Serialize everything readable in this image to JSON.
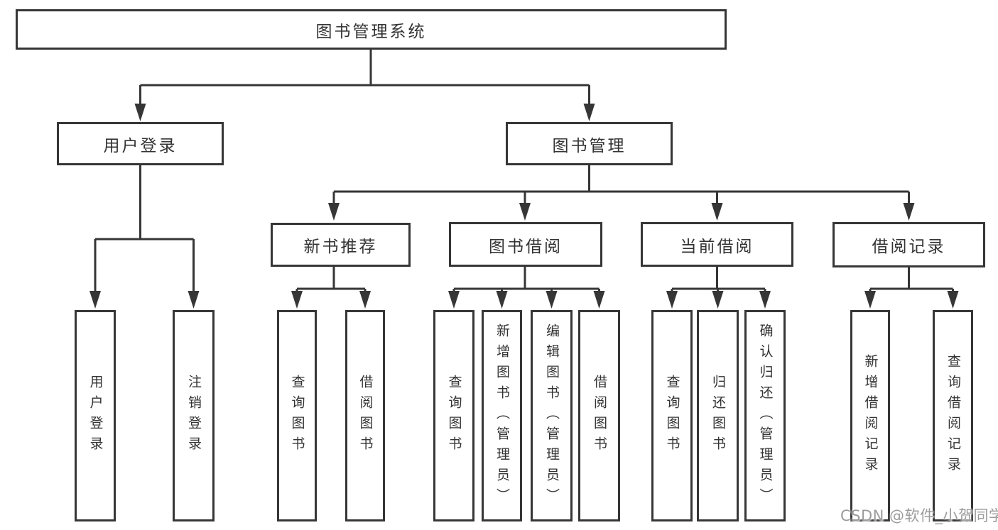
{
  "diagram": {
    "root": {
      "label": "图书管理系统"
    },
    "level2": [
      {
        "label": "用户登录"
      },
      {
        "label": "图书管理"
      }
    ],
    "level3": [
      {
        "label": "新书推荐"
      },
      {
        "label": "图书借阅"
      },
      {
        "label": "当前借阅"
      },
      {
        "label": "借阅记录"
      }
    ],
    "leaves": [
      {
        "label": "用户登录"
      },
      {
        "label": "注销登录"
      },
      {
        "label": "查询图书"
      },
      {
        "label": "借阅图书"
      },
      {
        "label": "查询图书"
      },
      {
        "label": "新增图书（管理员）"
      },
      {
        "label": "编辑图书（管理员）"
      },
      {
        "label": "借阅图书"
      },
      {
        "label": "查询图书"
      },
      {
        "label": "归还图书"
      },
      {
        "label": "确认归还（管理员）"
      },
      {
        "label": "新增借阅记录"
      },
      {
        "label": "查询借阅记录"
      }
    ]
  },
  "watermark": {
    "text": "CSDN @软件_小贺同学"
  },
  "colors": {
    "background": "#ffffff",
    "line": "#363636",
    "box_border": "#363636",
    "box_fill": "#ffffff",
    "text": "#333333",
    "watermark": "#9c9c9c"
  }
}
